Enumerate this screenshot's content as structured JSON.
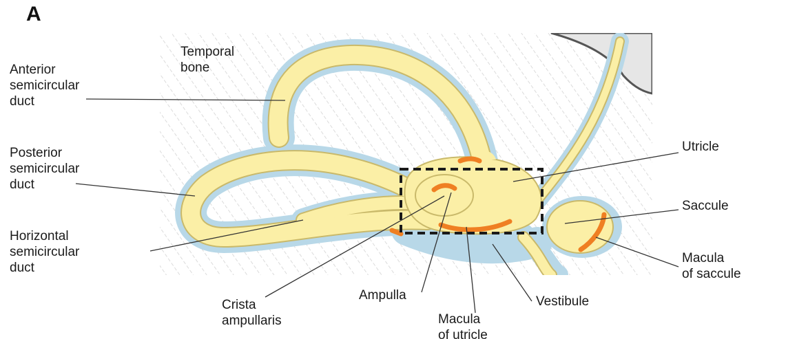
{
  "panel_letter": "A",
  "colors": {
    "endolymph_duct": "#fbefa6",
    "duct_outline": "#c9b96a",
    "perilymph": "#b8d8e8",
    "sensory_epithelium": "#ef7f22",
    "bone_hatch": "#d2d2d2",
    "leader_line": "#333333",
    "dashed_box": "#1a1a1a"
  },
  "labels": {
    "temporal_bone": [
      "Temporal",
      "bone"
    ],
    "anterior_duct": [
      "Anterior",
      "semicircular",
      "duct"
    ],
    "posterior_duct": [
      "Posterior",
      "semicircular",
      "duct"
    ],
    "horizontal_duct": [
      "Horizontal",
      "semicircular",
      "duct"
    ],
    "crista_ampullaris": [
      "Crista",
      "ampullaris"
    ],
    "ampulla": [
      "Ampulla"
    ],
    "macula_of_utricle": [
      "Macula",
      "of utricle"
    ],
    "vestibule": [
      "Vestibule"
    ],
    "utricle": [
      "Utricle"
    ],
    "saccule": [
      "Saccule"
    ],
    "macula_of_saccule": [
      "Macula",
      "of saccule"
    ]
  }
}
